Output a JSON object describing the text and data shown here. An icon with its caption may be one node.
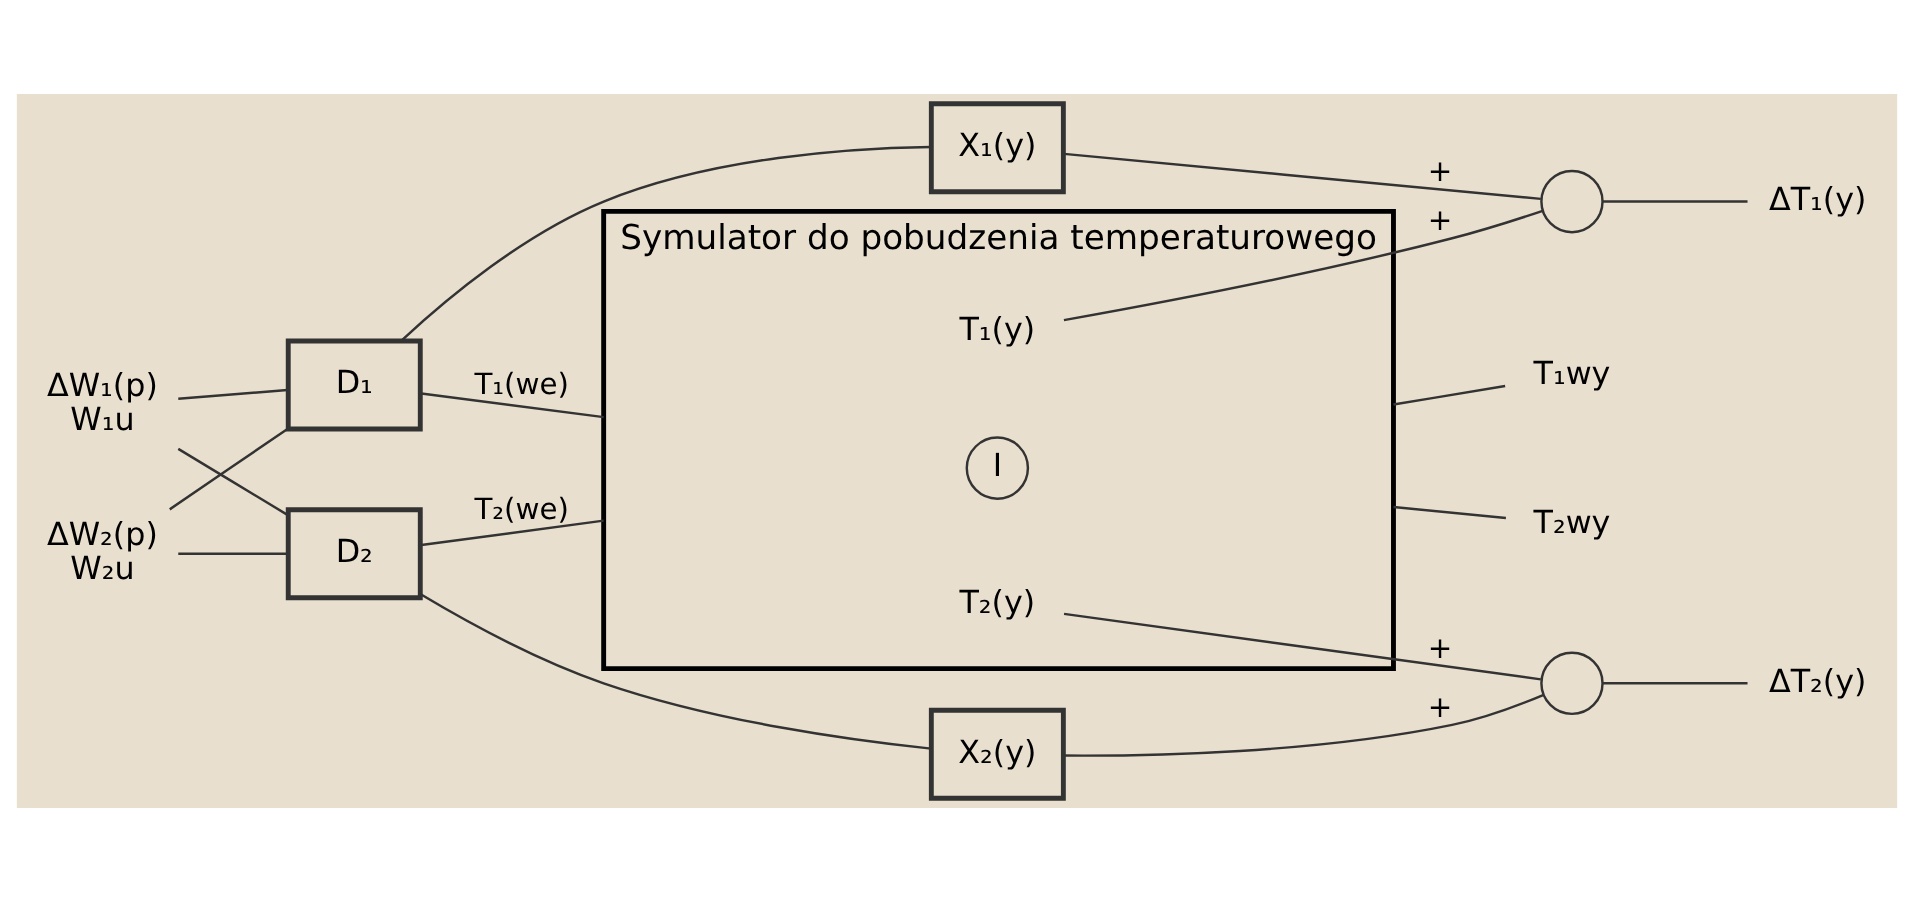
{
  "diagram": {
    "nodes": [
      {
        "text": [
          "ΔW₁(p)",
          "W₁u"
        ]
      },
      {
        "text": [
          "ΔW₂(p)",
          "W₂u"
        ]
      },
      {
        "text": [
          "D₁"
        ]
      },
      {
        "text": [
          "D₂"
        ]
      },
      {
        "text": [
          "Symulator do pobudzenia temperaturowego"
        ]
      },
      {
        "text": [
          "I"
        ],
        "in": 4
      },
      {
        "text": [
          "T₁(y)"
        ],
        "in": 4
      },
      {
        "text": [
          "T₂(y)"
        ],
        "in": 4
      },
      {
        "text": [
          "X₁(y)"
        ]
      },
      {
        "text": [
          "X₂(y)"
        ]
      },
      {
        "text": [],
        "shape": "circle"
      },
      {
        "text": [],
        "shape": "circle"
      },
      {
        "text": [
          "T₁wy"
        ]
      },
      {
        "text": [
          "T₂wy"
        ]
      },
      {
        "text": [
          "ΔT₁(y)"
        ]
      },
      {
        "text": [
          "ΔT₂(y)"
        ]
      }
    ],
    "edges": [
      {
        "from": 0,
        "to": 2,
        "arrow": "none"
      },
      {
        "from": 0,
        "to": 3,
        "arrow": "none"
      },
      {
        "from": 1,
        "to": 2,
        "arrow": "none"
      },
      {
        "from": 1,
        "to": 3,
        "arrow": "none"
      },
      {
        "from": 2,
        "to": 4,
        "label": "T₁(we)",
        "arrow": "none"
      },
      {
        "from": 3,
        "to": 4,
        "label": "T₂(we)",
        "arrow": "none"
      },
      {
        "from": 2,
        "to": 8,
        "arrow": "none"
      },
      {
        "from": 3,
        "to": 9,
        "arrow": "none"
      },
      {
        "from": 4,
        "to": 12,
        "arrow": "none"
      },
      {
        "from": 4,
        "to": 13,
        "arrow": "none"
      },
      {
        "from": 6,
        "to": 10,
        "label": "+",
        "arrow": "none"
      },
      {
        "from": 8,
        "to": 10,
        "label": "+",
        "arrow": "none"
      },
      {
        "from": 7,
        "to": 11,
        "label": "+",
        "arrow": "none"
      },
      {
        "from": 9,
        "to": 11,
        "label": "+",
        "arrow": "none"
      },
      {
        "from": 10,
        "to": 14,
        "arrow": "none"
      },
      {
        "from": 11,
        "to": 15,
        "arrow": "none"
      }
    ]
  }
}
